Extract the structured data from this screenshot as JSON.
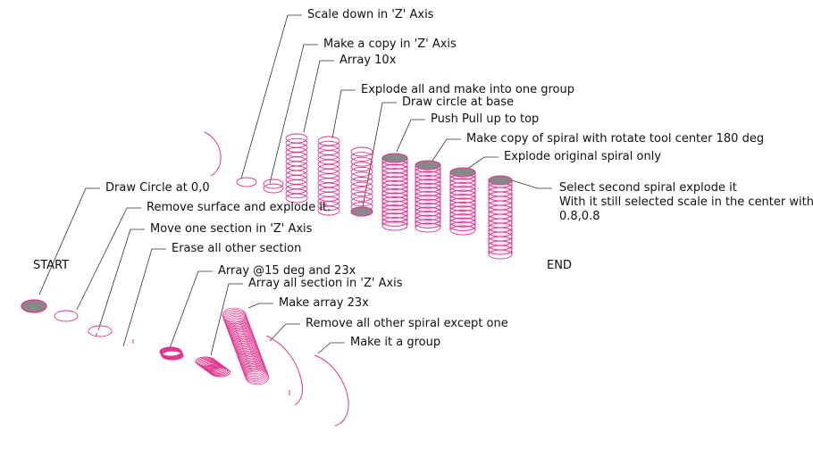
{
  "labels": {
    "start": "START",
    "end": "END",
    "scale_down_z": "Scale down in 'Z' Axis",
    "copy_z": "Make a copy in 'Z' Axis",
    "array_10x": "Array 10x",
    "explode_group": "Explode all and make into one group",
    "circle_base": "Draw circle at base",
    "push_pull": "Push Pull up to top",
    "copy_spiral_rotate": "Make copy of spiral with rotate tool center 180 deg",
    "explode_original": "Explode original spiral only",
    "select_second_1": "Select second spiral explode it",
    "select_second_2": "With it still selected scale in the center with",
    "select_second_3": "0.8,0.8",
    "draw_circle": "Draw Circle at 0,0",
    "remove_surface": "Remove surface and explode it.",
    "move_section": "Move one section in 'Z' Axis",
    "erase_sections": "Erase all other section",
    "array_15deg": "Array @15 deg and 23x",
    "array_sections_z": "Array all section in 'Z' Axis",
    "array_23x": "Make array 23x",
    "remove_spirals": "Remove all other spiral except one",
    "make_group": "Make it a group"
  },
  "colors": {
    "spiral": "#e0338e",
    "fill": "#888888",
    "leader": "#333333",
    "text": "#111111"
  }
}
